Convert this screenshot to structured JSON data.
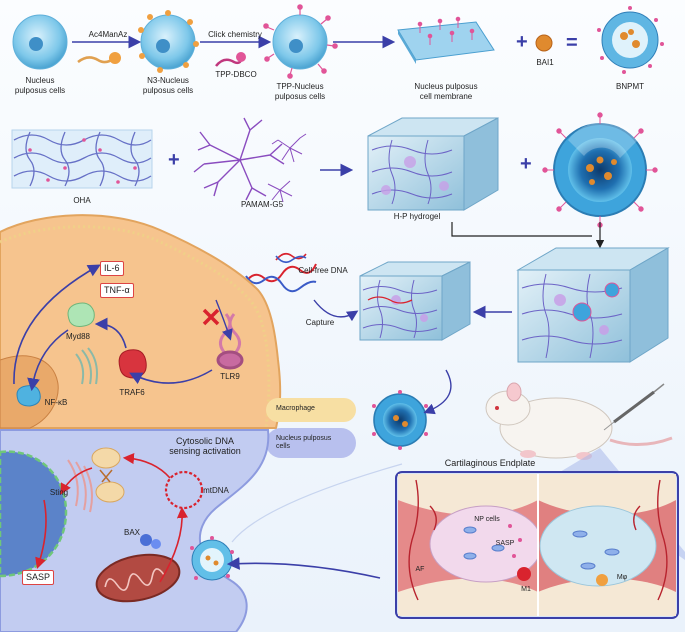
{
  "step1": {
    "np_cells": "Nucleus\npulposus cells",
    "ac4": "Ac4ManAz",
    "n3_np_cells": "N3-Nucleus\npulposus cells",
    "click": "Click chemistry",
    "tpp_dbco": "TPP-DBCO",
    "tpp_np_cells": "TPP-Nucleus\npulposus cells",
    "membrane": "Nucleus pulposus\ncell membrane",
    "bai1": "BAI1",
    "bnpmt": "BNPMT"
  },
  "step2": {
    "oha": "OHA",
    "pamam": "PAMAM-G5",
    "hp_hydrogel": "H-P hydrogel"
  },
  "step3": {
    "cell_free_dna": "Cell-free DNA",
    "capture": "Capture"
  },
  "macrophage": {
    "il6": "IL-6",
    "tnf": "TNF-α",
    "myd88": "Myd88",
    "nfkb": "NF-κB",
    "traf6": "TRAF6",
    "tlr9": "TLR9",
    "label": "Macrophage"
  },
  "np_cell": {
    "label": "Nucleus pulposus\ncells",
    "cytosolic": "Cytosolic DNA\nsensing activation",
    "sting": "Sting",
    "mtdna": "mtDNA",
    "bax": "BAX",
    "sasp": "SASP"
  },
  "endplate": {
    "title": "Cartilaginous Endplate",
    "np_cells": "NP cells",
    "sasp": "SASP",
    "af": "AF",
    "m1": "M1",
    "mphi": "Mφ"
  },
  "colors": {
    "cell_blue": "#7ec8ea",
    "arrow_blue": "#3b3fa8",
    "inhibit_red": "#d9232e",
    "macrophage_orange": "#f6c48e",
    "np_blue": "#b9c6ee",
    "hydrogel": "#a9cfe3"
  }
}
